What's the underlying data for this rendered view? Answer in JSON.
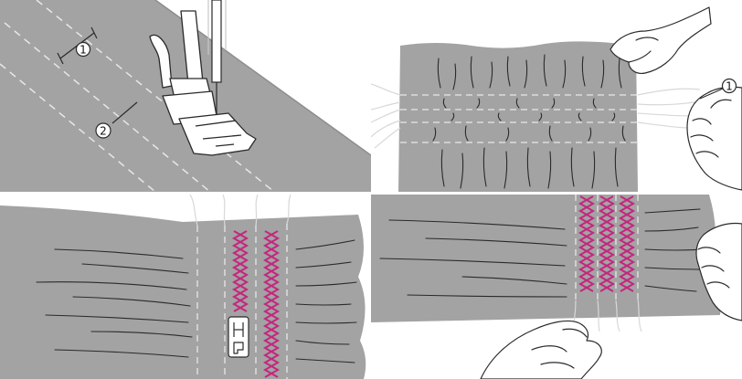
{
  "figure": {
    "colors": {
      "fabric": "#a3a3a3",
      "fabric_edge": "#8d8d8d",
      "stitch_pink": "#c4267f",
      "guide_line": "#e7e7e7",
      "line_art": "#2a2a2a",
      "thread": "#d8d8d8"
    },
    "panel_1": {
      "callouts": [
        {
          "label": "1"
        },
        {
          "label": "2"
        }
      ],
      "icons": [
        "presser-foot-icon",
        "needle-icon"
      ]
    },
    "panel_2": {
      "callouts": [
        {
          "label": "1"
        }
      ],
      "icons": [
        "hand-icon",
        "thread-icon"
      ]
    },
    "panel_3": {
      "icons": [
        "presser-foot-icon"
      ]
    },
    "panel_4": {
      "icons": [
        "hand-icon"
      ]
    }
  }
}
